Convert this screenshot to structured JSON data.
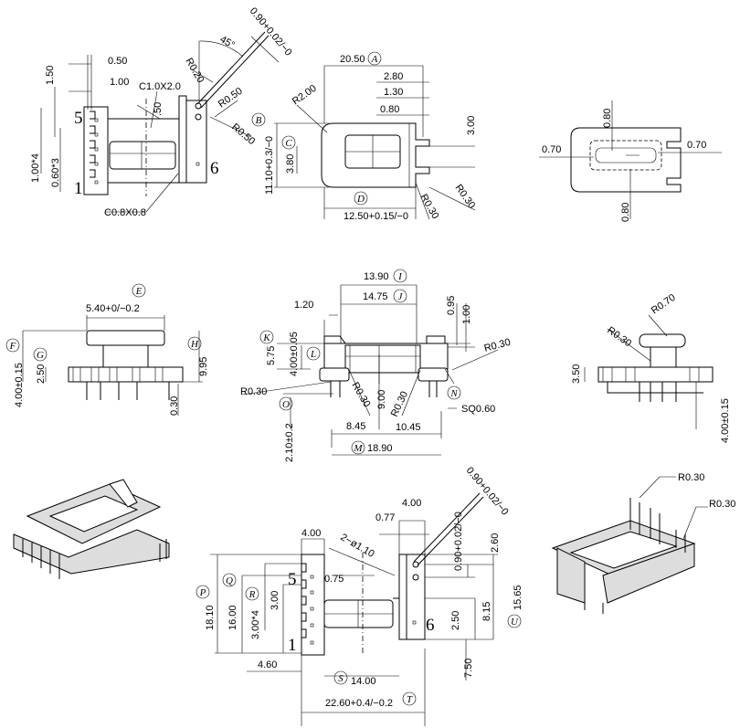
{
  "top_view": {
    "dim_0_50": "0.50",
    "dim_1_00": "1.00",
    "dim_1_50": "1.50",
    "chamfer_top": "C1.0X2.0",
    "dim_50": ".50",
    "r_0_20": "R0.20",
    "angle_45": "45°",
    "pin_dia": "0.90+0.02/−0",
    "r_0_50_a": "R0.50",
    "r_0_50_b": "R0.50",
    "label_b": "B",
    "pitch_1_00": "1.00*4",
    "pitch_0_60": "0.60*3",
    "chamfer_bottom": "C0.8X0.8",
    "pin_5": "5",
    "pin_1": "1",
    "pin_6": "6"
  },
  "top_middle_view": {
    "width": "20.50",
    "label_a": "A",
    "dim_2_80": "2.80",
    "dim_1_30": "1.30",
    "dim_0_80": "0.80",
    "r_2_00": "R2.00",
    "dim_3_00": "3.00",
    "height": "11.10+0.3/−0",
    "label_c": "C",
    "dim_3_80": "3.80",
    "label_d": "D",
    "core_width": "12.50+0.15/−0",
    "r_0_30_a": "R0.30",
    "r_0_30_b": "R0.30"
  },
  "top_right_view": {
    "dim_0_80_top": "0.80",
    "dim_0_70_left": "0.70",
    "dim_0_70_right": "0.70",
    "dim_0_80_bottom": "0.80"
  },
  "front_view": {
    "label_e": "E",
    "cap_width": "5.40+0/−0.2",
    "label_f": "F",
    "label_g": "G",
    "dim_4_00": "4.00±0.15",
    "dim_2_50": "2.50",
    "label_h": "H",
    "dim_9_95": "9.95",
    "dim_0_30": "0.30"
  },
  "side_view": {
    "dim_13_90": "13.90",
    "label_i": "I",
    "dim_14_75": "14.75",
    "label_j": "J",
    "dim_1_20": "1.20",
    "dim_0_95": "0.95",
    "dim_1_00": "1.00",
    "label_k": "K",
    "dim_5_75": "5.75",
    "dim_4_00": "4.00±0.05",
    "label_l": "L",
    "r_0_30_right": "R0.30",
    "r_0_30_left": "R0.30",
    "label_o": "O",
    "dim_2_10": "2.10±0.2",
    "r_0_30_c": "R0.30",
    "dim_9_00": "9.00",
    "r_0_30_d": "R0.30",
    "label_n": "N",
    "sq": "SQ0.60",
    "dim_8_45": "8.45",
    "dim_10_45": "10.45",
    "label_m": "M",
    "dim_18_90": "18.90"
  },
  "end_view": {
    "r_0_70": "R0.70",
    "r_0_30": "R0.30",
    "dim_3_50": "3.50",
    "dim_4_00": "4.00±0.15"
  },
  "pcb_layout": {
    "dim_4_00_top": "4.00",
    "dim_0_77": "0.77",
    "pin_dia_a": "0.90+0.02/−0",
    "pin_dia_b": "0.90+0.02/−0",
    "dim_2_60": "2.60",
    "dim_4_00_left": "4.00",
    "holes": "2−ø1.10",
    "dim_0_75": "0.75",
    "label_p": "P",
    "label_q": "Q",
    "label_r": "R",
    "dim_18_10": "18.10",
    "dim_16_00": "16.00",
    "pitch_3_00": "3.00*4",
    "dim_3_00": "3.00",
    "pin_5": "5",
    "pin_6": "6",
    "pin_1": "1",
    "dim_8_15": "8.15",
    "dim_2_50": "2.50",
    "dim_15_65": "15.65",
    "label_u": "U",
    "dim_7_50": "7.50",
    "dim_4_60": "4.60",
    "label_s": "S",
    "dim_14_00": "14.00",
    "total_width": "22.60+0.4/−0.2",
    "label_t": "T"
  },
  "iso_right": {
    "r_0_30_a": "R0.30",
    "r_0_30_b": "R0.30"
  }
}
